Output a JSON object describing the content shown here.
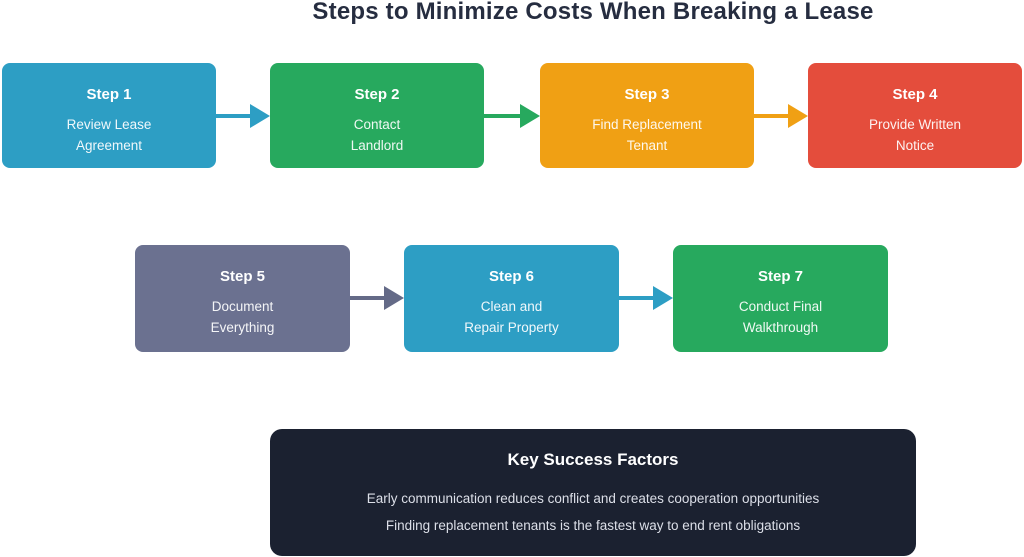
{
  "title": "Steps to Minimize Costs When Breaking a Lease",
  "steps": [
    {
      "title": "Step 1",
      "line1": "Review Lease",
      "line2": "Agreement",
      "color": "#2D9EC4"
    },
    {
      "title": "Step 2",
      "line1": "Contact",
      "line2": "Landlord",
      "color": "#27A95E"
    },
    {
      "title": "Step 3",
      "line1": "Find Replacement",
      "line2": "Tenant",
      "color": "#F0A014"
    },
    {
      "title": "Step 4",
      "line1": "Provide Written",
      "line2": "Notice",
      "color": "#E44D3C"
    },
    {
      "title": "Step 5",
      "line1": "Document",
      "line2": "Everything",
      "color": "#6B7190"
    },
    {
      "title": "Step 6",
      "line1": "Clean and",
      "line2": "Repair Property",
      "color": "#2D9EC4"
    },
    {
      "title": "Step 7",
      "line1": "Conduct Final",
      "line2": "Walkthrough",
      "color": "#27A95E"
    }
  ],
  "arrows": [
    {
      "color": "#2D9EC4"
    },
    {
      "color": "#27A95E"
    },
    {
      "color": "#F0A014"
    },
    {
      "color": "#646A87"
    },
    {
      "color": "#2D9EC4"
    }
  ],
  "key_success": {
    "title": "Key Success Factors",
    "line1": "Early communication reduces conflict and creates cooperation opportunities",
    "line2": "Finding replacement tenants is the fastest way to end rent obligations"
  },
  "colors": {
    "background": "#FFFFFF",
    "title_text": "#262D40",
    "key_box_background": "#1B2130",
    "key_body_text": "#DCDFE8"
  }
}
